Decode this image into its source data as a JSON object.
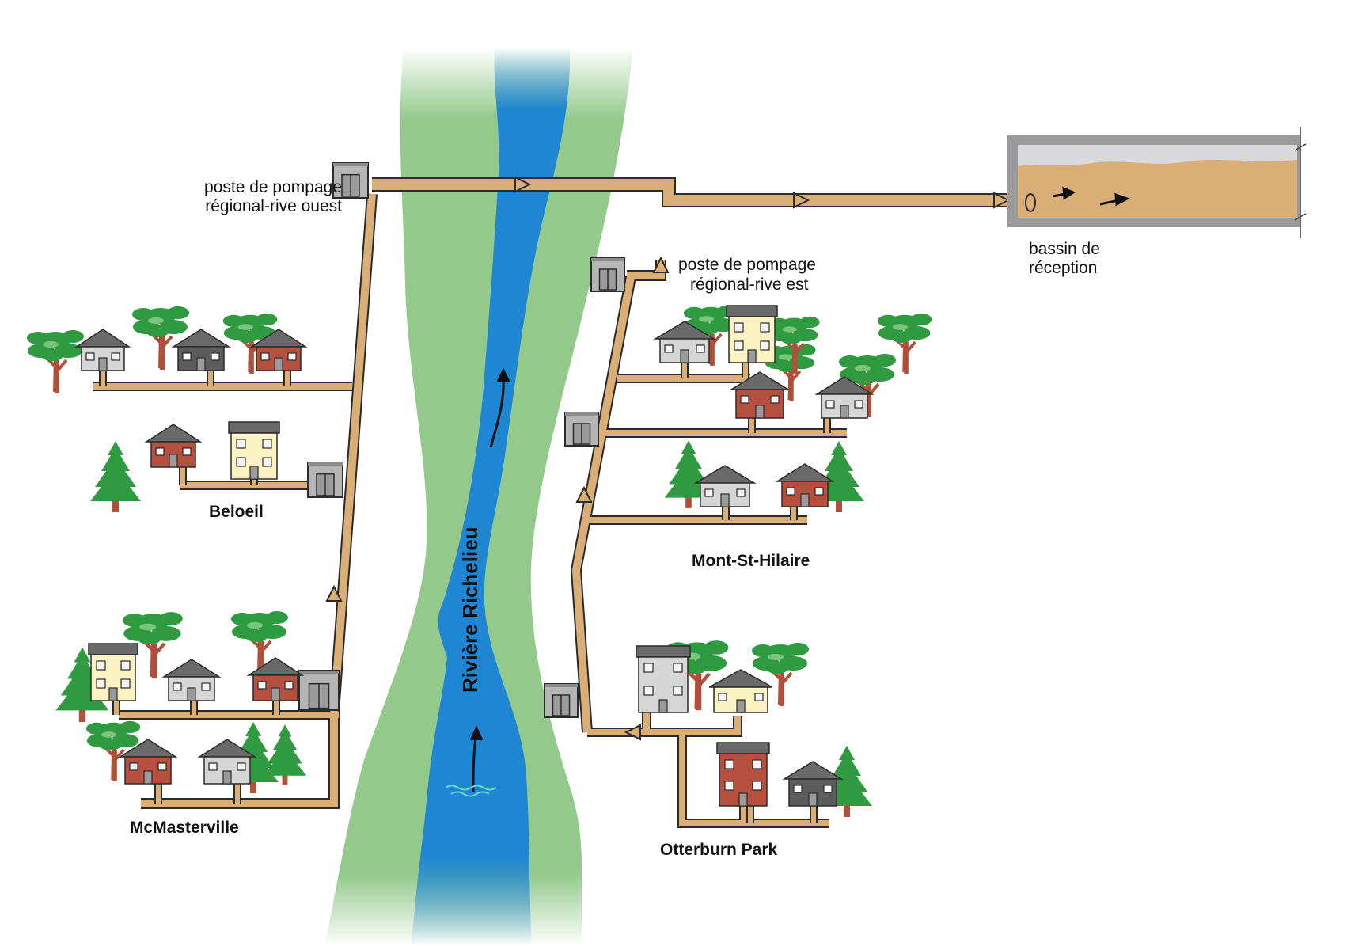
{
  "colors": {
    "pipe": "#D9AE77",
    "pipe_outline": "#2B2B2B",
    "river": "#1E86D3",
    "bank": "#93C98B",
    "station": "#B5B5B5",
    "tank_fill": "#D9AE77",
    "tank_wall": "#9A9A9A",
    "tree_leaf": "#2F9A40",
    "tree_trunk": "#B0503A",
    "house_red": "#B4503D",
    "house_cream": "#FBF3C2",
    "house_grey": "#D6D6D6",
    "house_dark": "#5C5C5C"
  },
  "labels": {
    "west_station_line1": "poste de pompage",
    "west_station_line2": "régional-rive ouest",
    "east_station_line1": "poste de pompage",
    "east_station_line2": "régional-rive est",
    "basin_line1": "bassin de",
    "basin_line2": "réception",
    "river": "Rivière Richelieu"
  },
  "towns": [
    {
      "name": "Beloeil"
    },
    {
      "name": "McMasterville"
    },
    {
      "name": "Mont-St-Hilaire"
    },
    {
      "name": "Otterburn Park"
    }
  ],
  "icons": {
    "pump_station": "pump-station-icon",
    "house": "house-icon",
    "tree": "tree-icon",
    "flow_arrow": "flow-arrow-icon"
  }
}
